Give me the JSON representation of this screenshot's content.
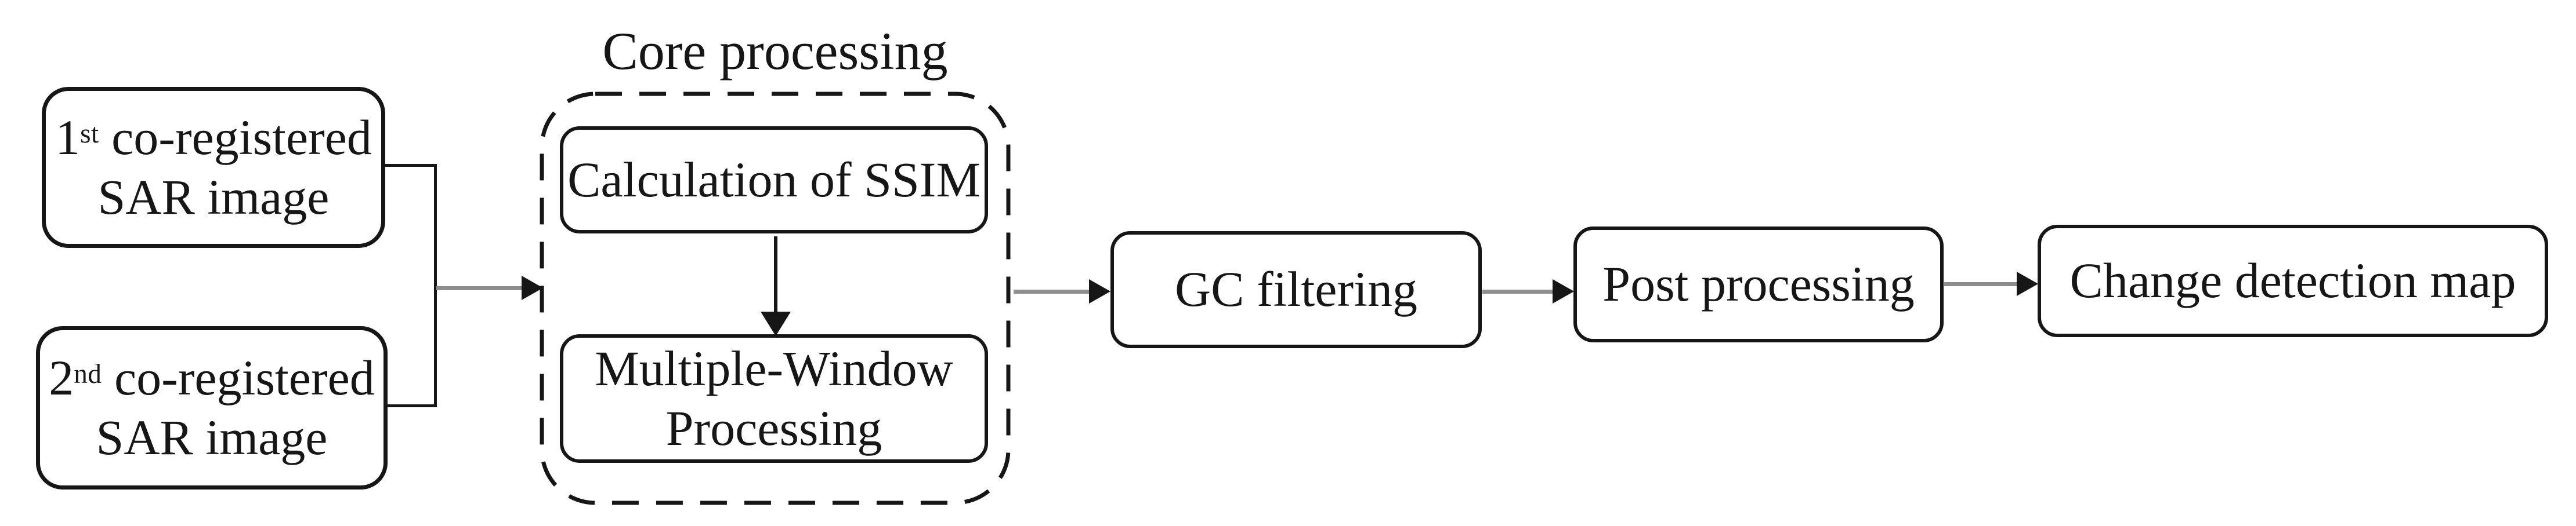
{
  "diagram": {
    "kind": "flowchart",
    "colors": {
      "background": "#ffffff",
      "ink": "#161616",
      "arrow_shaft": "#8e8e8e"
    },
    "group": {
      "title": "Core processing"
    },
    "nodes": {
      "input1": {
        "num": "1",
        "ordinal": "st",
        "line1_rest": " co-registered",
        "line2": "SAR image"
      },
      "input2": {
        "num": "2",
        "ordinal": "nd",
        "line1_rest": " co-registered",
        "line2": "SAR image"
      },
      "ssim": {
        "label": "Calculation of SSIM"
      },
      "mw": {
        "line1": "Multiple-Window",
        "line2": "Processing"
      },
      "gc": {
        "label": "GC filtering"
      },
      "post": {
        "label": "Post processing"
      },
      "cdm": {
        "label": "Change detection map"
      }
    },
    "edges": [
      {
        "from": "input1 + input2",
        "to": "core-processing-group",
        "style": "merged gray arrow"
      },
      {
        "from": "ssim",
        "to": "mw",
        "style": "black down arrow"
      },
      {
        "from": "core-processing-group",
        "to": "gc",
        "style": "gray arrow"
      },
      {
        "from": "gc",
        "to": "post",
        "style": "gray arrow"
      },
      {
        "from": "post",
        "to": "cdm",
        "style": "gray arrow"
      }
    ]
  }
}
